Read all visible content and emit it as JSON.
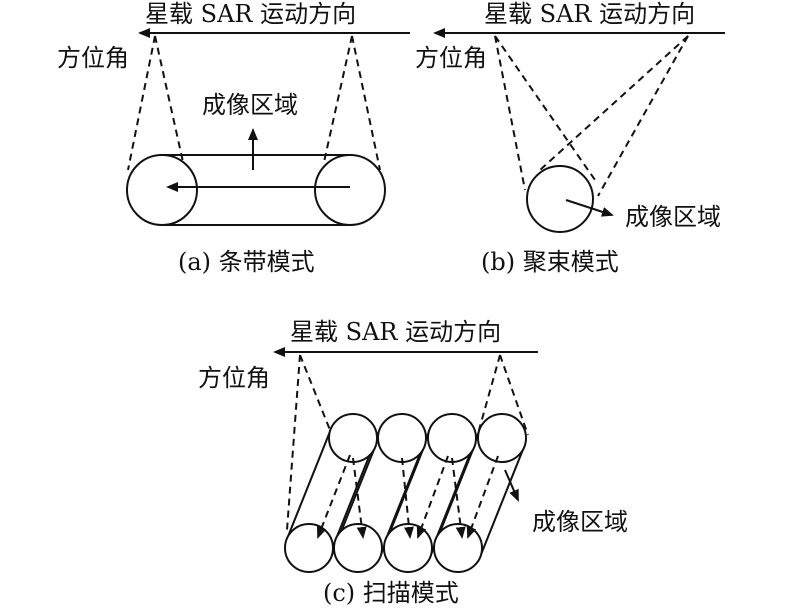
{
  "labels": {
    "motion": "星载 SAR 运动方向",
    "azimuth": "方位角",
    "imaging_area": "成像区域"
  },
  "captions": {
    "a": "(a) 条带模式",
    "b": "(b) 聚束模式",
    "c": "(c) 扫描模式"
  },
  "colors": {
    "ink": "#111111",
    "background": "#ffffff"
  }
}
